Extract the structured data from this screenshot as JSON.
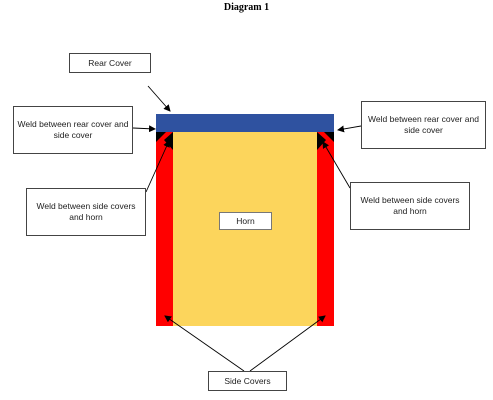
{
  "diagram": {
    "title": "Diagram 1",
    "labels": {
      "rear_cover": "Rear Cover",
      "weld_rear_left": "Weld between rear cover and side cover",
      "weld_rear_right": "Weld between rear cover and side cover",
      "weld_horn_left": "Weld between side covers and horn",
      "weld_horn_right": "Weld between side covers and horn",
      "horn": "Horn",
      "side_covers": "Side Covers"
    },
    "colors": {
      "rear_cover": "#2f52a0",
      "side_covers": "#ff0000",
      "horn": "#fcd55c",
      "weld": "#000000"
    }
  }
}
